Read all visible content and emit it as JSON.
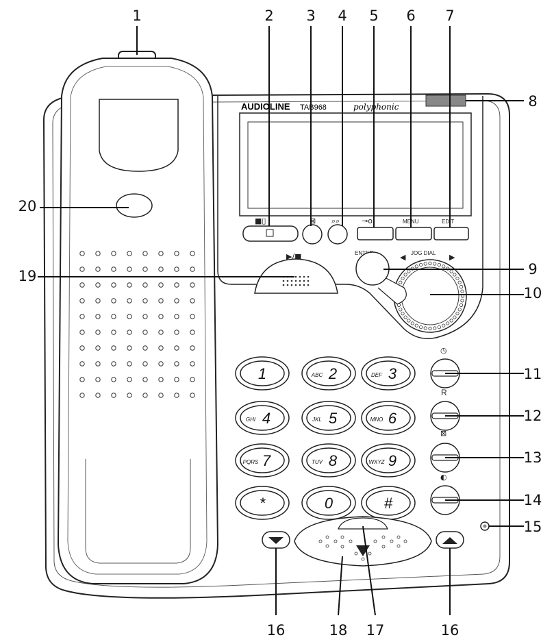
{
  "brand": "AUDIOLINE",
  "model": "TAB968",
  "model_script": "polyphonic",
  "button_labels": {
    "menu": "MENU",
    "edit": "EDIT",
    "enter": "ENTER",
    "jog": "JOG DIAL",
    "recall": "R",
    "minus": "–",
    "plus": "+"
  },
  "keypad": [
    {
      "digit": "1",
      "letters": ""
    },
    {
      "digit": "2",
      "letters": "ABC"
    },
    {
      "digit": "3",
      "letters": "DEF"
    },
    {
      "digit": "4",
      "letters": "GHI"
    },
    {
      "digit": "5",
      "letters": "JKL"
    },
    {
      "digit": "6",
      "letters": "MNO"
    },
    {
      "digit": "7",
      "letters": "PQRS"
    },
    {
      "digit": "8",
      "letters": "TUV"
    },
    {
      "digit": "9",
      "letters": "WXYZ"
    },
    {
      "digit": "*",
      "letters": ""
    },
    {
      "digit": "0",
      "letters": ""
    },
    {
      "digit": "#",
      "letters": ""
    }
  ],
  "callouts": [
    "1",
    "2",
    "3",
    "4",
    "5",
    "6",
    "7",
    "8",
    "9",
    "10",
    "11",
    "12",
    "13",
    "14",
    "15",
    "16",
    "16",
    "17",
    "18",
    "19",
    "20"
  ]
}
